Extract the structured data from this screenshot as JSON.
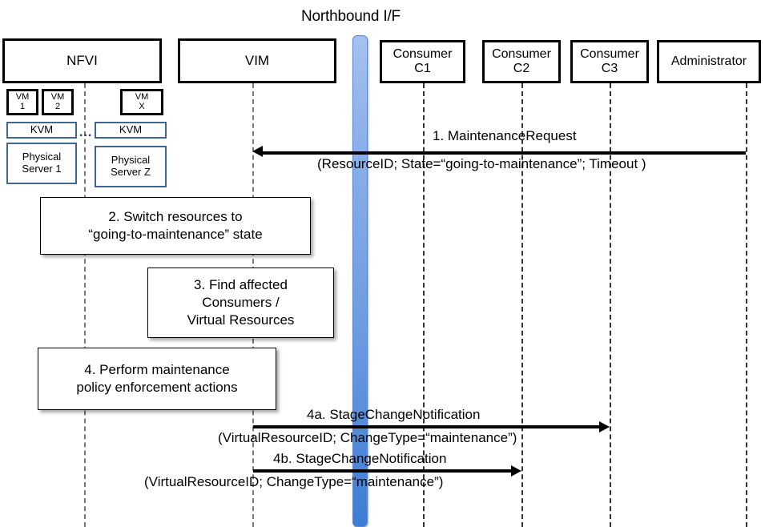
{
  "diagram": {
    "title": "Northbound I/F",
    "type": "sequence-diagram",
    "accent_color": "#4a7ebb",
    "host_border_color": "#3f6693"
  },
  "lifelines": [
    {
      "id": "nfvi",
      "label": "NFVI"
    },
    {
      "id": "vim",
      "label": "VIM"
    },
    {
      "id": "c1",
      "label": "Consumer\nC1"
    },
    {
      "id": "c2",
      "label": "Consumer\nC2"
    },
    {
      "id": "c3",
      "label": "Consumer\nC3"
    },
    {
      "id": "admin",
      "label": "Administrator"
    }
  ],
  "infrastructure": {
    "vms": [
      {
        "label": "VM\n1"
      },
      {
        "label": "VM\n2"
      },
      {
        "label": "VM\nX"
      }
    ],
    "hypervisors": [
      {
        "label": "KVM"
      },
      {
        "label": "KVM"
      }
    ],
    "servers": [
      {
        "label": "Physical\nServer 1"
      },
      {
        "label": "Physical\nServer Z"
      }
    ],
    "ellipsis": "..."
  },
  "steps": [
    {
      "id": "step1",
      "number": "1.",
      "name": "MaintenanceRequest",
      "label": "1.   MaintenanceRequest",
      "params": "(ResourceID; State=“going-to-maintenance”; Timeout )",
      "from": "admin",
      "to": "vim",
      "direction": "left"
    },
    {
      "id": "step2",
      "number": "2.",
      "text": "2. Switch resources to\n“going-to-maintenance” state"
    },
    {
      "id": "step3",
      "number": "3.",
      "text": "3. Find affected\nConsumers /\nVirtual Resources"
    },
    {
      "id": "step4",
      "number": "4.",
      "text": "4. Perform maintenance\npolicy enforcement actions"
    },
    {
      "id": "step4a",
      "number": "4a.",
      "name": "StageChangeNotification",
      "label": "4a. StageChangeNotification",
      "params": "(VirtualResourceID; ChangeType=“maintenance”)",
      "from": "vim",
      "to": "c3",
      "direction": "right"
    },
    {
      "id": "step4b",
      "number": "4b.",
      "name": "StageChangeNotification",
      "label": "4b. StageChangeNotification",
      "params": "(VirtualResourceID; ChangeType=“maintenance”)",
      "from": "vim",
      "to": "c2",
      "direction": "right"
    }
  ]
}
